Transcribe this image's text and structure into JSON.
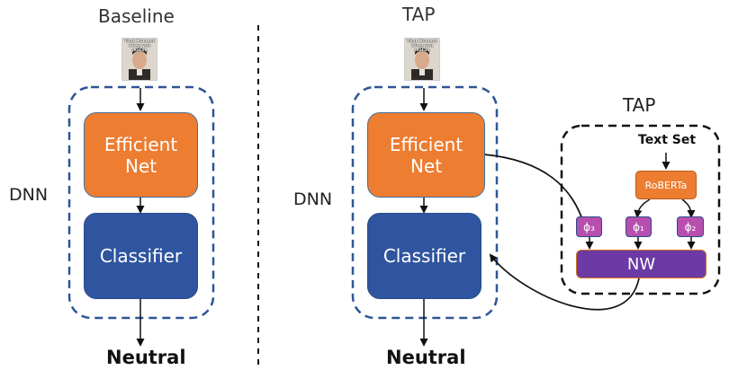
{
  "left_panel": {
    "heading": "Baseline",
    "dnn_label": "DNN",
    "extractor_label": "Efficient\nNet",
    "classifier_label": "Classifier",
    "output_label": "Neutral",
    "meme_caption": "That Moment when you realize"
  },
  "right_panel": {
    "heading": "TAP",
    "dnn_label": "DNN",
    "extractor_label": "Efficient\nNet",
    "classifier_label": "Classifier",
    "output_label": "Neutral",
    "meme_caption": "That Moment when you realize",
    "tap_module": {
      "heading": "TAP",
      "input_label": "Text Set",
      "encoder_label": "RoBERTa",
      "phi_labels": [
        "ϕ₃",
        "ϕ₁",
        "ϕ₂"
      ],
      "nw_label": "NW"
    }
  },
  "colors": {
    "orange_block": "#ed7d31",
    "blue_block": "#2f55a0",
    "phi_block": "#b74faf",
    "nw_block": "#6b3aa5",
    "dashed_outline": "#2f5597"
  }
}
